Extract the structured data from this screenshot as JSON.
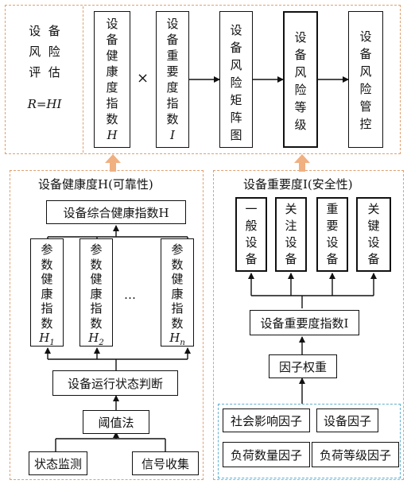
{
  "top": {
    "eval_label": [
      "设",
      "备",
      "风",
      "险",
      "评",
      "估"
    ],
    "eval_formula": "R=HI",
    "health_index": [
      "设",
      "备",
      "健",
      "康",
      "度",
      "指",
      "数",
      "H"
    ],
    "times": "×",
    "importance_index": [
      "设",
      "备",
      "重",
      "要",
      "度",
      "指",
      "数",
      "I"
    ],
    "risk_matrix": [
      "设",
      "备",
      "风",
      "险",
      "矩",
      "阵",
      "图"
    ],
    "risk_level": [
      "设",
      "备",
      "风",
      "险",
      "等",
      "级"
    ],
    "risk_control": [
      "设",
      "备",
      "风",
      "险",
      "管",
      "控"
    ]
  },
  "left": {
    "title": "设备健康度H(可靠性)",
    "overall": "设备综合健康指数H",
    "h1": [
      "参",
      "数",
      "健",
      "康",
      "指",
      "数",
      "H1"
    ],
    "h2": [
      "参",
      "数",
      "健",
      "康",
      "指",
      "数",
      "H2"
    ],
    "hn": [
      "参",
      "数",
      "健",
      "康",
      "指",
      "数",
      "Hn"
    ],
    "ellipsis": "…",
    "status_judge": "设备运行状态判断",
    "threshold": "阈值法",
    "monitor": "状态监测",
    "signal": "信号收集"
  },
  "right": {
    "title": "设备重要度I(安全性)",
    "general": [
      "一",
      "般",
      "设",
      "备"
    ],
    "attention": [
      "关",
      "注",
      "设",
      "备"
    ],
    "important": [
      "重",
      "要",
      "设",
      "备"
    ],
    "key": [
      "关",
      "键",
      "设",
      "备"
    ],
    "importance_index": "设备重要度指数I",
    "factor_weight": "因子权重",
    "social": "社会影响因子",
    "equipment": "设备因子",
    "load_qty": "负荷数量因子",
    "load_level": "负荷等级因子"
  },
  "colors": {
    "dash": "#e0a070",
    "dash_blue": "#5fb0d0",
    "arrow_fill": "#f0b080"
  }
}
